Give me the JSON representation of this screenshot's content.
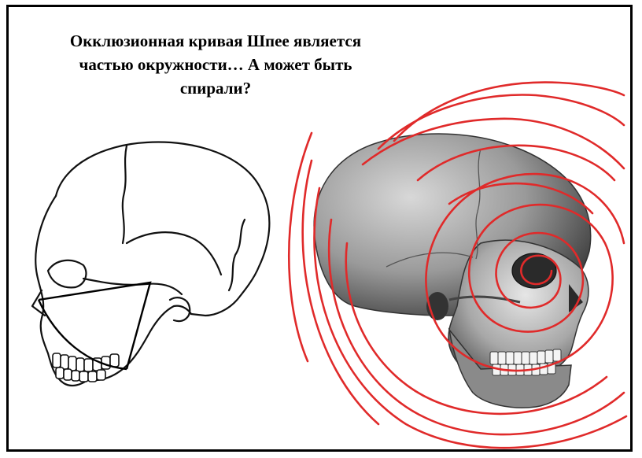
{
  "title": "Окклюзионная кривая Шпее является\nчастью окружности… А может быть\nспирали?",
  "colors": {
    "spiral": "#e02a2a",
    "ink": "#000000",
    "skull_shade": "#6a6a6a"
  },
  "figures": [
    {
      "id": "left-skull",
      "kind": "line-drawing skull with circle sector overlay"
    },
    {
      "id": "right-skull",
      "kind": "shaded skull with red spiral overlay"
    }
  ]
}
